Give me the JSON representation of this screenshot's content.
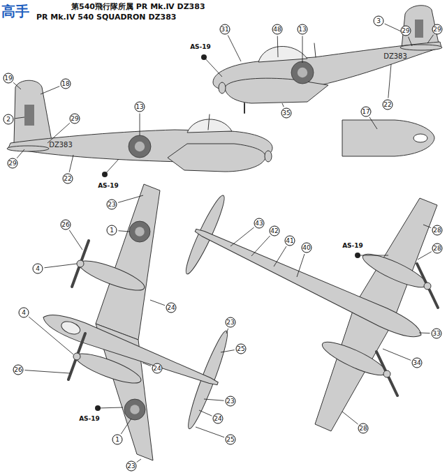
{
  "diagram": {
    "labels": [
      "第540飛行隊所属 PR Mk.Ⅳ DZ383",
      "PR Mk.IV 540 SQUADRON DZ383",
      "高手",
      "AS-19",
      "31",
      "48",
      "13",
      "3",
      "29",
      "29",
      "DZ383",
      "35",
      "22",
      "19",
      "18",
      "2",
      "29",
      "13",
      "DZ383",
      "29",
      "22",
      "AS-19",
      "17",
      "23",
      "26",
      "1",
      "4",
      "4",
      "24",
      "26",
      "24",
      "23",
      "25",
      "24",
      "AS-19",
      "1",
      "23",
      "23",
      "25",
      "43",
      "42",
      "41",
      "40",
      "AS-19",
      "28",
      "28",
      "33",
      "34",
      "28"
    ]
  }
}
